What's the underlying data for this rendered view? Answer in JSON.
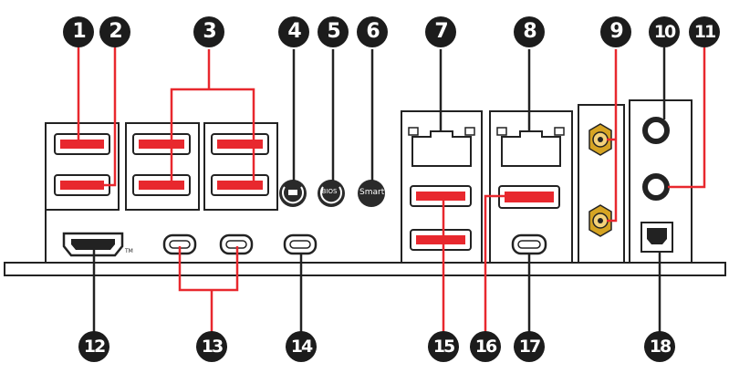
{
  "callouts": [
    "1",
    "2",
    "3",
    "4",
    "5",
    "6",
    "7",
    "8",
    "9",
    "10",
    "11",
    "12",
    "13",
    "14",
    "15",
    "16",
    "17",
    "18"
  ],
  "labels": {
    "smart_button": "Smart",
    "flash_bios_button": "BIOS",
    "hdmi_trademark": "TM"
  },
  "colors": {
    "callout_fill": "#1c1c1c",
    "usb_port_red": "#e8282e",
    "leader_line_red": "#e8282e",
    "gold_connector": "#d6a423",
    "outline": "#222222"
  },
  "icons": [
    "usb-a-port",
    "hdmi-port",
    "usb-c-port",
    "ethernet-port",
    "wifi-antenna-connector",
    "audio-jack",
    "optical-spdif-port",
    "clear-cmos-button",
    "flash-bios-button",
    "smart-button"
  ]
}
